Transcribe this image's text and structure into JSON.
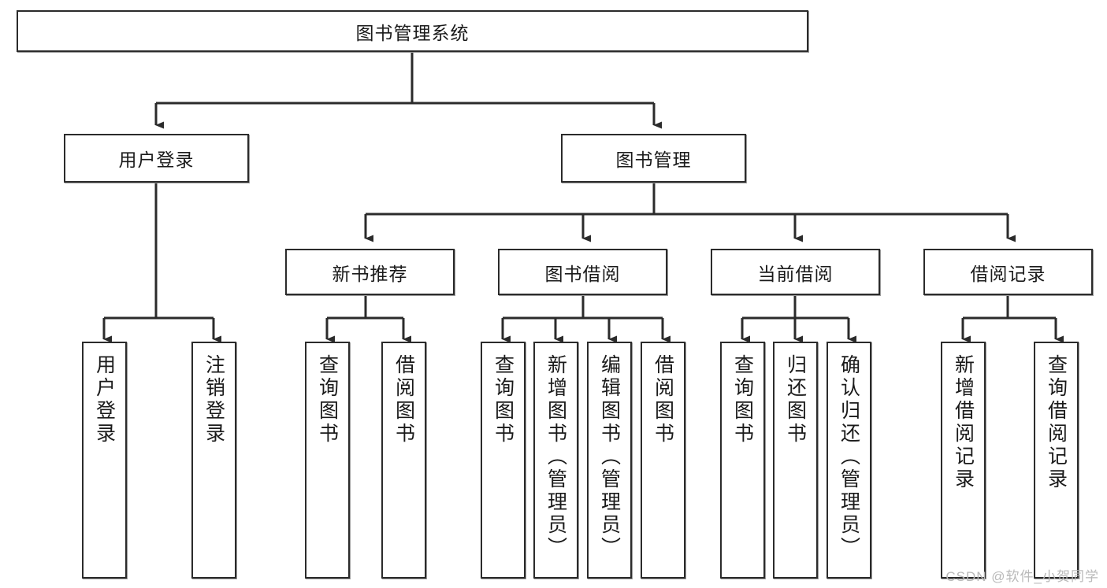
{
  "diagram": {
    "title": "图书管理系统",
    "watermark": "CSDN @软件_小贺同学",
    "root": {
      "label": "图书管理系统"
    },
    "level2": [
      {
        "label": "用户登录"
      },
      {
        "label": "图书管理"
      }
    ],
    "level3": [
      {
        "label": "新书推荐"
      },
      {
        "label": "图书借阅"
      },
      {
        "label": "当前借阅"
      },
      {
        "label": "借阅记录"
      }
    ],
    "leaves": [
      {
        "label": "用户登录"
      },
      {
        "label": "注销登录"
      },
      {
        "label": "查询图书"
      },
      {
        "label": "借阅图书"
      },
      {
        "label": "查询图书"
      },
      {
        "label": "新增图书（管理员）"
      },
      {
        "label": "编辑图书（管理员）"
      },
      {
        "label": "借阅图书"
      },
      {
        "label": "查询图书"
      },
      {
        "label": "归还图书"
      },
      {
        "label": "确认归还（管理员）"
      },
      {
        "label": "新增借阅记录"
      },
      {
        "label": "查询借阅记录"
      }
    ],
    "colors": {
      "box_border": "#2b2b2b",
      "box_fill": "#ffffff",
      "connector": "#2b2b2b",
      "text": "#1a1a1a",
      "watermark": "#b9b9b9"
    }
  }
}
